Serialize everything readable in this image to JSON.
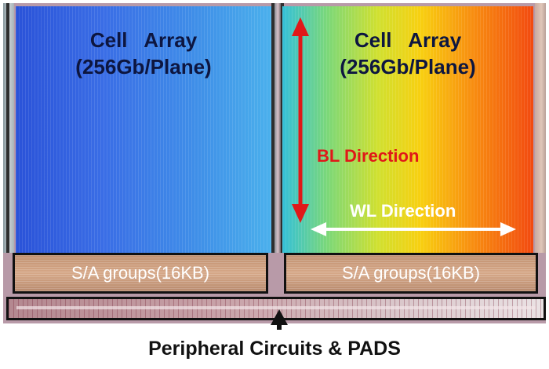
{
  "planes": [
    {
      "title_line1": "Cell   Array",
      "title_line2": "(256Gb/Plane)"
    },
    {
      "title_line1": "Cell   Array",
      "title_line2": "(256Gb/Plane)"
    }
  ],
  "sense_amp_groups": [
    {
      "label": "S/A groups(16KB)"
    },
    {
      "label": "S/A groups(16KB)"
    }
  ],
  "annotations": {
    "bl_direction": "BL Direction",
    "wl_direction": "WL Direction"
  },
  "caption": "Peripheral Circuits & PADS",
  "colors": {
    "bl_arrow": "#e01818",
    "wl_arrow": "#ffffff",
    "caption_arrow": "#111111"
  }
}
